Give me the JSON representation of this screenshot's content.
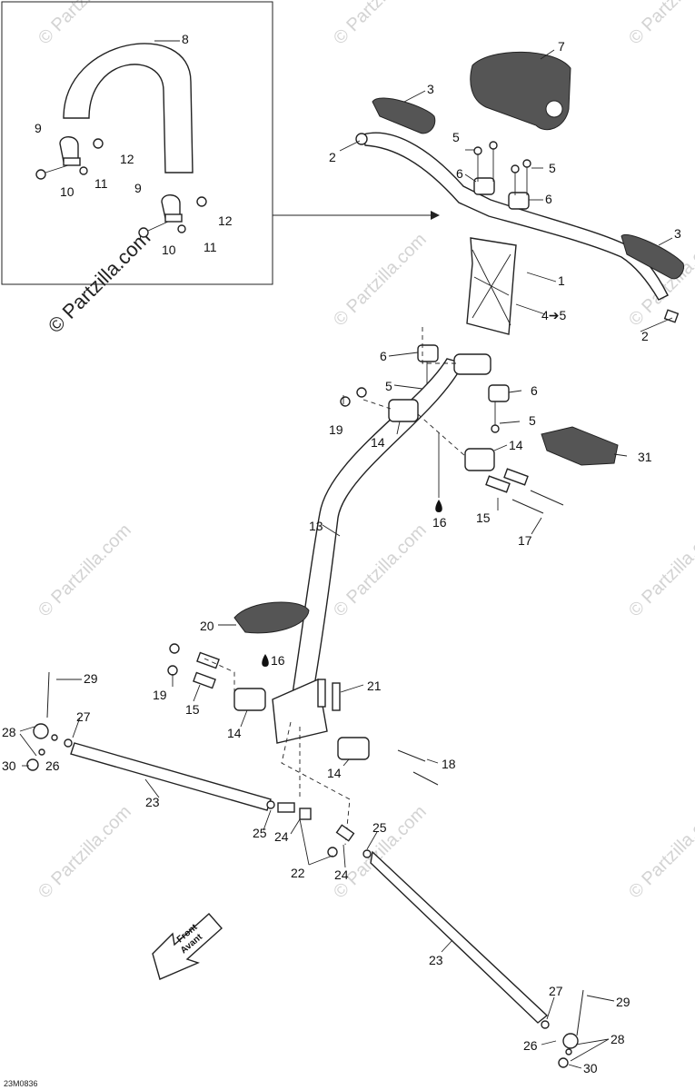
{
  "diagram": {
    "drawing_code": "23M0836",
    "watermark_small": "© Partzilla.com",
    "watermark_large": "© Partzilla.com",
    "front_sign": {
      "line1": "Front",
      "line2": "Avant"
    },
    "oil_icon_color": "#111111",
    "labels": {
      "l1": "1",
      "l2a": "2",
      "l2b": "2",
      "l3a": "3",
      "l3b": "3",
      "l4": "4➔5",
      "l5a": "5",
      "l5b": "5",
      "l5c": "5",
      "l5d": "5",
      "l6a": "6",
      "l6b": "6",
      "l6c": "6",
      "l6d": "6",
      "l7": "7",
      "l8": "8",
      "l9a": "9",
      "l9b": "9",
      "l10a": "10",
      "l10b": "10",
      "l11a": "11",
      "l11b": "11",
      "l12a": "12",
      "l12b": "12",
      "l13": "13",
      "l14a": "14",
      "l14b": "14",
      "l14c": "14",
      "l14d": "14",
      "l15a": "15",
      "l15b": "15",
      "l16a": "16",
      "l16b": "16",
      "l17": "17",
      "l18": "18",
      "l19a": "19",
      "l19b": "19",
      "l20": "20",
      "l21": "21",
      "l22": "22",
      "l23a": "23",
      "l23b": "23",
      "l24a": "24",
      "l24b": "24",
      "l25a": "25",
      "l25b": "25",
      "l26a": "26",
      "l26b": "26",
      "l27a": "27",
      "l27b": "27",
      "l28a": "28",
      "l28b": "28",
      "l29a": "29",
      "l29b": "29",
      "l30a": "30",
      "l30b": "30",
      "l31": "31"
    }
  }
}
